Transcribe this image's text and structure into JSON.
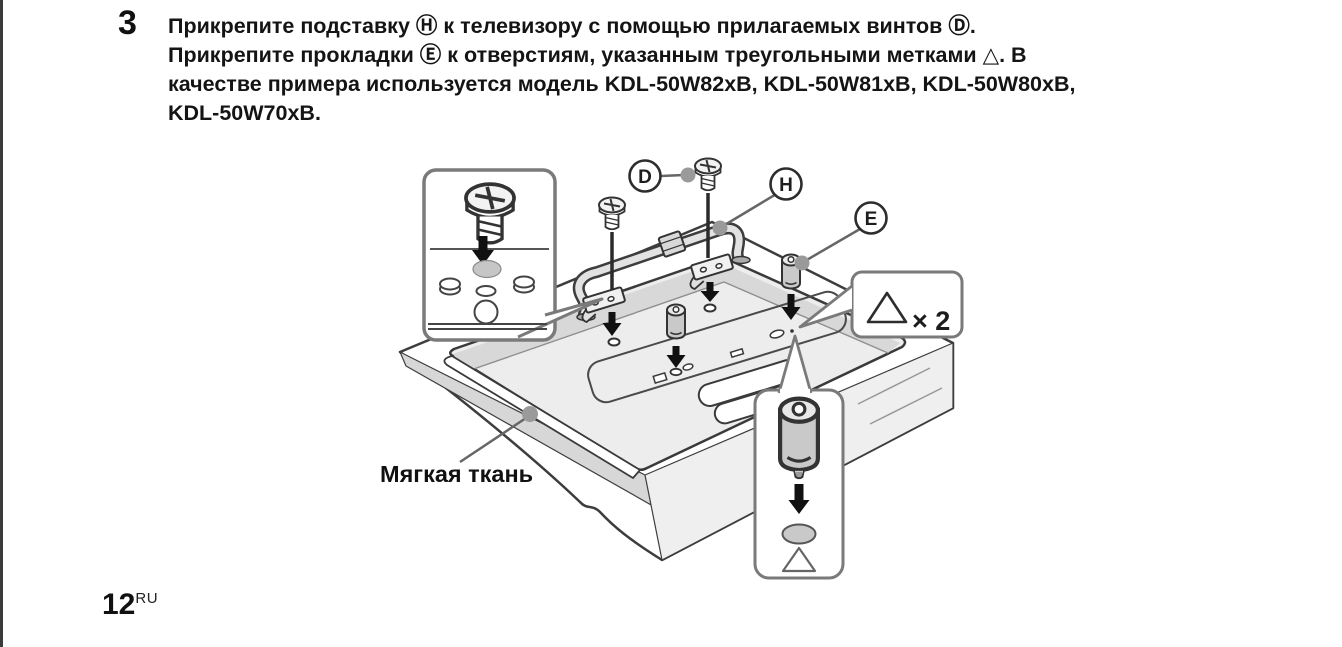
{
  "step": {
    "number": "3",
    "text_lines": [
      "Прикрепите подставку Ⓗ к телевизору с помощью прилагаемых винтов Ⓓ.",
      "Прикрепите прокладки Ⓔ к отверстиям, указанным треугольными метками △. В",
      "качестве примера используется модель KDL-50W82xB, KDL-50W81xB, KDL-50W80xB,",
      "KDL-50W70xB."
    ]
  },
  "diagram": {
    "screw_label": "D",
    "stand_label": "H",
    "spacer_label": "E",
    "triangle_callout_text": "× 2",
    "cloth_label": "Мягкая ткань",
    "colors": {
      "outline": "#3a3a3a",
      "tv_fill": "#ededed",
      "shade_fill": "#d8d8d8",
      "callout_border": "#7a7a7a"
    }
  },
  "footer": {
    "page_number": "12",
    "language_code": "RU"
  }
}
